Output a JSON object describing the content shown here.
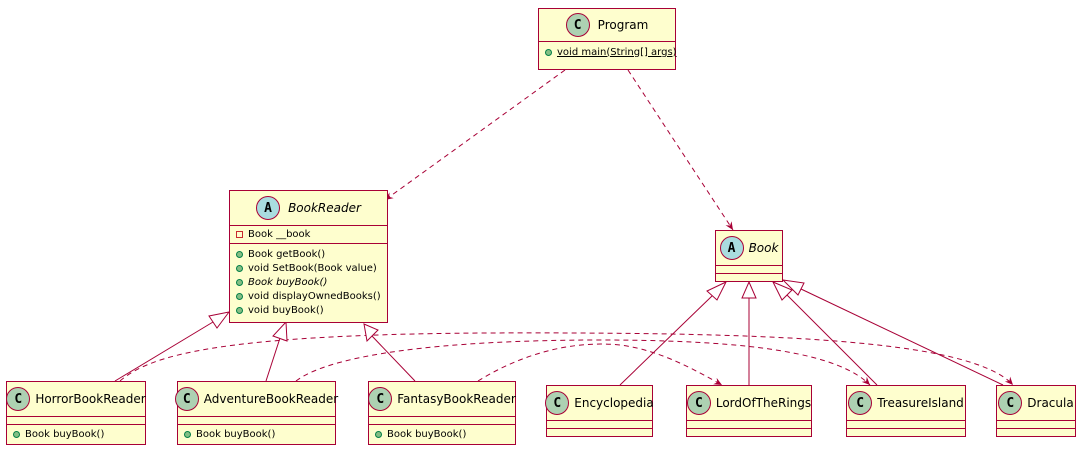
{
  "colors": {
    "border": "#a80036",
    "fill": "#fefece",
    "class_badge": "#add1b2",
    "abstract_badge": "#a9dcdf",
    "arrow": "#a80036"
  },
  "classes": {
    "program": {
      "badge": "C",
      "name": "Program",
      "methods": [
        {
          "text": "void main(String[] args)",
          "visibility": "public",
          "static": true
        }
      ]
    },
    "book_reader": {
      "badge": "A",
      "name": "BookReader",
      "abstract": true,
      "fields": [
        {
          "text": "Book __book",
          "visibility": "private"
        }
      ],
      "methods": [
        {
          "text": "Book getBook()",
          "visibility": "public"
        },
        {
          "text": "void SetBook(Book  value)",
          "visibility": "public"
        },
        {
          "text": "Book buyBook()",
          "visibility": "public",
          "abstract": true
        },
        {
          "text": "void displayOwnedBooks()",
          "visibility": "public"
        },
        {
          "text": "void buyBook()",
          "visibility": "public"
        }
      ]
    },
    "book": {
      "badge": "A",
      "name": "Book",
      "abstract": true
    },
    "horror_book_reader": {
      "badge": "C",
      "name": "HorrorBookReader",
      "methods": [
        {
          "text": "Book buyBook()",
          "visibility": "public"
        }
      ]
    },
    "adventure_book_reader": {
      "badge": "C",
      "name": "AdventureBookReader",
      "methods": [
        {
          "text": "Book buyBook()",
          "visibility": "public"
        }
      ]
    },
    "fantasy_book_reader": {
      "badge": "C",
      "name": "FantasyBookReader",
      "methods": [
        {
          "text": "Book buyBook()",
          "visibility": "public"
        }
      ]
    },
    "encyclopedia": {
      "badge": "C",
      "name": "Encyclopedia"
    },
    "lord_of_the_rings": {
      "badge": "C",
      "name": "LordOfTheRings"
    },
    "treasure_island": {
      "badge": "C",
      "name": "TreasureIsland"
    },
    "dracula": {
      "badge": "C",
      "name": "Dracula"
    }
  },
  "relations": [
    {
      "from": "Program",
      "to": "BookReader",
      "type": "dependency"
    },
    {
      "from": "Program",
      "to": "Book",
      "type": "dependency"
    },
    {
      "from": "HorrorBookReader",
      "to": "BookReader",
      "type": "inheritance"
    },
    {
      "from": "AdventureBookReader",
      "to": "BookReader",
      "type": "inheritance"
    },
    {
      "from": "FantasyBookReader",
      "to": "BookReader",
      "type": "inheritance"
    },
    {
      "from": "Encyclopedia",
      "to": "Book",
      "type": "inheritance"
    },
    {
      "from": "LordOfTheRings",
      "to": "Book",
      "type": "inheritance"
    },
    {
      "from": "TreasureIsland",
      "to": "Book",
      "type": "inheritance"
    },
    {
      "from": "Dracula",
      "to": "Book",
      "type": "inheritance"
    },
    {
      "from": "HorrorBookReader",
      "to": "Dracula",
      "type": "dependency"
    },
    {
      "from": "AdventureBookReader",
      "to": "TreasureIsland",
      "type": "dependency"
    },
    {
      "from": "FantasyBookReader",
      "to": "LordOfTheRings",
      "type": "dependency"
    }
  ]
}
